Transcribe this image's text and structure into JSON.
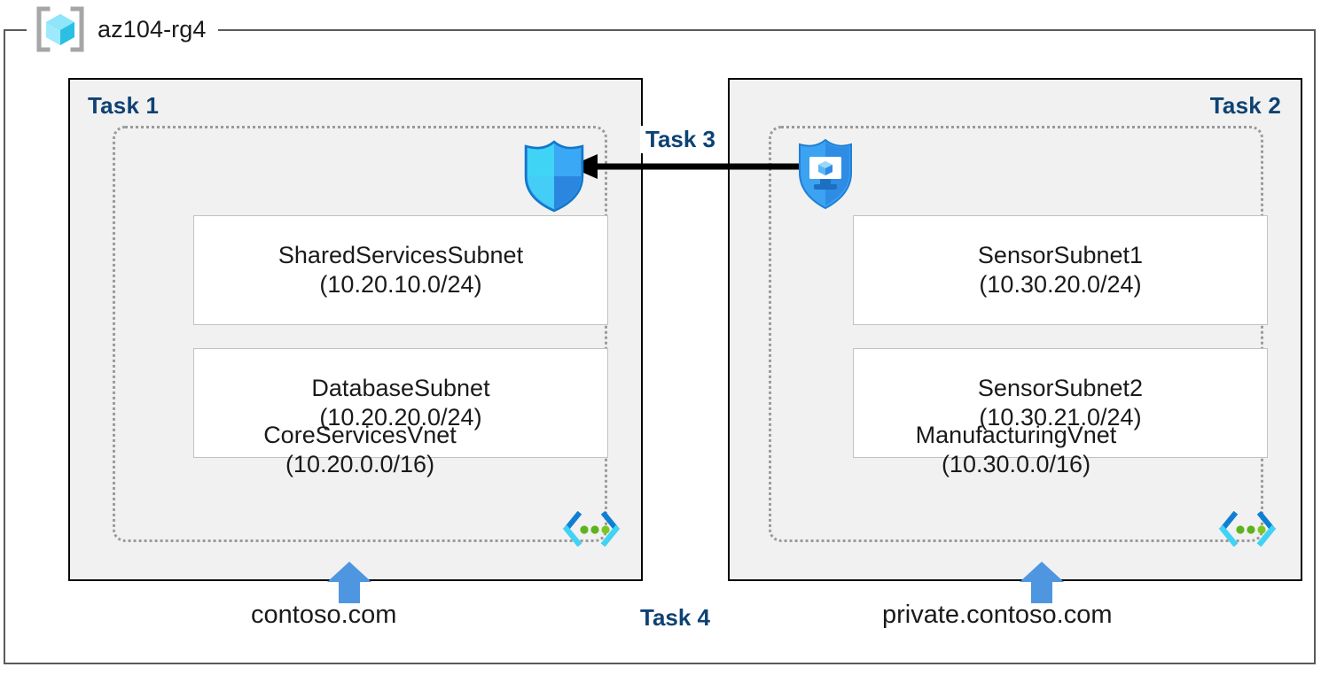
{
  "resource_group": {
    "name": "az104-rg4",
    "icon": "resource-group-cube-icon"
  },
  "panels": [
    {
      "label": "Task 1",
      "vnet": {
        "name": "CoreServicesVnet",
        "cidr": "(10.20.0.0/16)",
        "icon": "virtual-network-icon",
        "subnets": [
          {
            "name": "SharedServicesSubnet",
            "cidr": "(10.20.10.0/24)"
          },
          {
            "name": "DatabaseSubnet",
            "cidr": "(10.20.20.0/24)"
          }
        ]
      },
      "dns_zone": "contoso.com"
    },
    {
      "label": "Task 2",
      "vnet": {
        "name": "ManufacturingVnet",
        "cidr": "(10.30.0.0/16)",
        "icon": "virtual-network-icon",
        "subnets": [
          {
            "name": "SensorSubnet1",
            "cidr": "(10.30.20.0/24)"
          },
          {
            "name": "SensorSubnet2",
            "cidr": "(10.30.21.0/24)"
          }
        ]
      },
      "dns_zone": "private.contoso.com"
    }
  ],
  "icons": {
    "nsg": "network-security-shield-icon",
    "bastion": "bastion-protected-vm-shield-icon",
    "dns_arrow": "up-arrow-icon",
    "peering_arrow": "left-arrow-icon"
  },
  "annotations": {
    "task3": "Task 3",
    "task4": "Task 4"
  },
  "colors": {
    "task_label": "#0d4273",
    "panel_fill": "#f1f1f1",
    "panel_border": "#000000",
    "vnet_border": "#9a9a9a",
    "subnet_border": "#c2c2c2",
    "accent_blue": "#4f96e0",
    "cyan": "#32c8f0",
    "green_dot": "#5bb31f",
    "rg_border": "#5a5a5a"
  }
}
